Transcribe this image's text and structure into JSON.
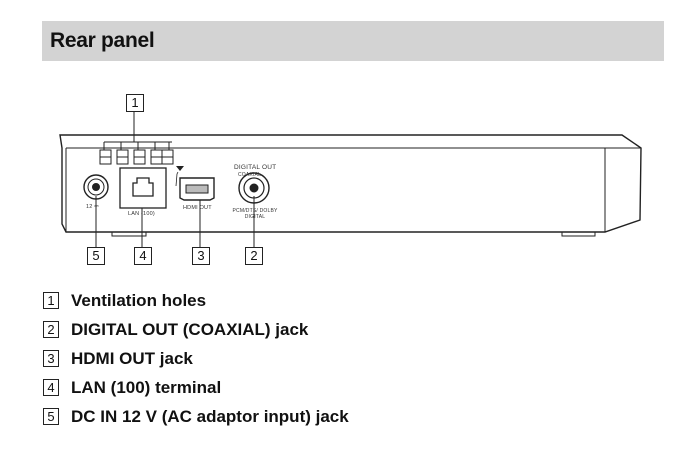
{
  "header": {
    "title": "Rear panel"
  },
  "diagram": {
    "callouts": [
      "1",
      "5",
      "4",
      "3",
      "2"
    ],
    "port_labels": {
      "dc_in": "12 ⎓",
      "lan": "LAN (100)",
      "hdmi": "HDMI OUT",
      "digital_out_top": "DIGITAL OUT",
      "digital_out_sub": "COAXIAL",
      "digital_out_bottom": "PCM/DTS/ DOLBY DIGITAL"
    }
  },
  "legend": [
    {
      "num": "1",
      "text": "Ventilation holes"
    },
    {
      "num": "2",
      "text": "DIGITAL OUT (COAXIAL) jack"
    },
    {
      "num": "3",
      "text": "HDMI OUT jack"
    },
    {
      "num": "4",
      "text": "LAN (100) terminal"
    },
    {
      "num": "5",
      "text": "DC IN 12 V (AC adaptor input) jack"
    }
  ]
}
